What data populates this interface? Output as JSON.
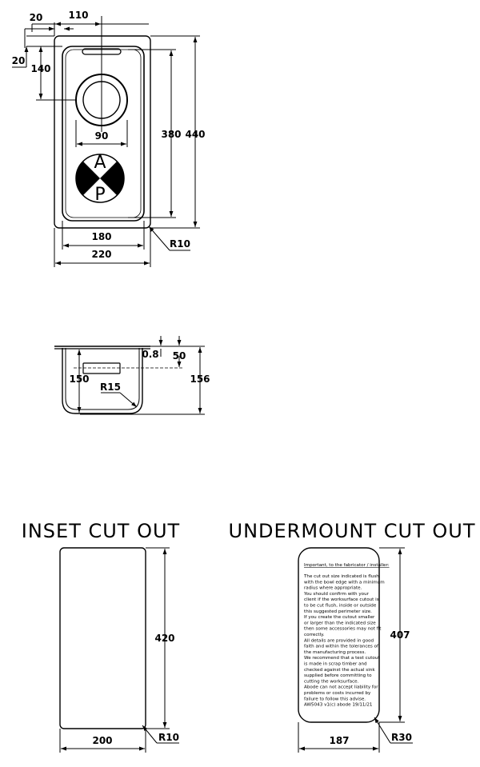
{
  "top_view": {
    "dims": {
      "overall_width": "220",
      "bowl_width": "180",
      "overall_length": "440",
      "bowl_length": "380",
      "waste_offset_x": "110",
      "flange_x": "20",
      "flange_y": "20",
      "waste_offset_y": "140",
      "waste_diameter": "90",
      "corner_radius": "R10"
    },
    "logo": {
      "top_letter": "A",
      "bottom_letter": "P"
    }
  },
  "side_view": {
    "dims": {
      "flange": "0.8",
      "overflow_height": "50",
      "depth": "150",
      "overall_depth": "156",
      "bottom_radius": "R15"
    }
  },
  "inset_cutout": {
    "title": "INSET CUT OUT",
    "height": "420",
    "width": "200",
    "radius": "R10"
  },
  "undermount_cutout": {
    "title": "UNDERMOUNT CUT OUT",
    "height": "407",
    "width": "187",
    "radius": "R30",
    "note_heading": "Important, to the fabricator / installer:",
    "note_lines": [
      "The cut out size indicated is flush",
      "with the bowl edge with a minimum",
      "radius where appropriate.",
      "You should confirm with your",
      "client if the worksurface cutout is",
      "to be cut flush, inside or outside",
      "this suggested perimeter size.",
      "If you create the cutout smaller",
      "or larger than the indicated size",
      "then some accessories may not fit",
      "correctly.",
      "All details are provided in good",
      "faith and within the tolerances of",
      "the manufacturing process.",
      "We recommend that a test cutout",
      "is made in scrap timber and",
      "checked against the actual sink",
      "supplied before committing to",
      "cutting the worksurface.",
      "Abode can not accept liability for",
      "problems or costs incurred by",
      "failure to follow this advise.",
      "AW5043 v1(c) abode 19/11/21"
    ]
  }
}
